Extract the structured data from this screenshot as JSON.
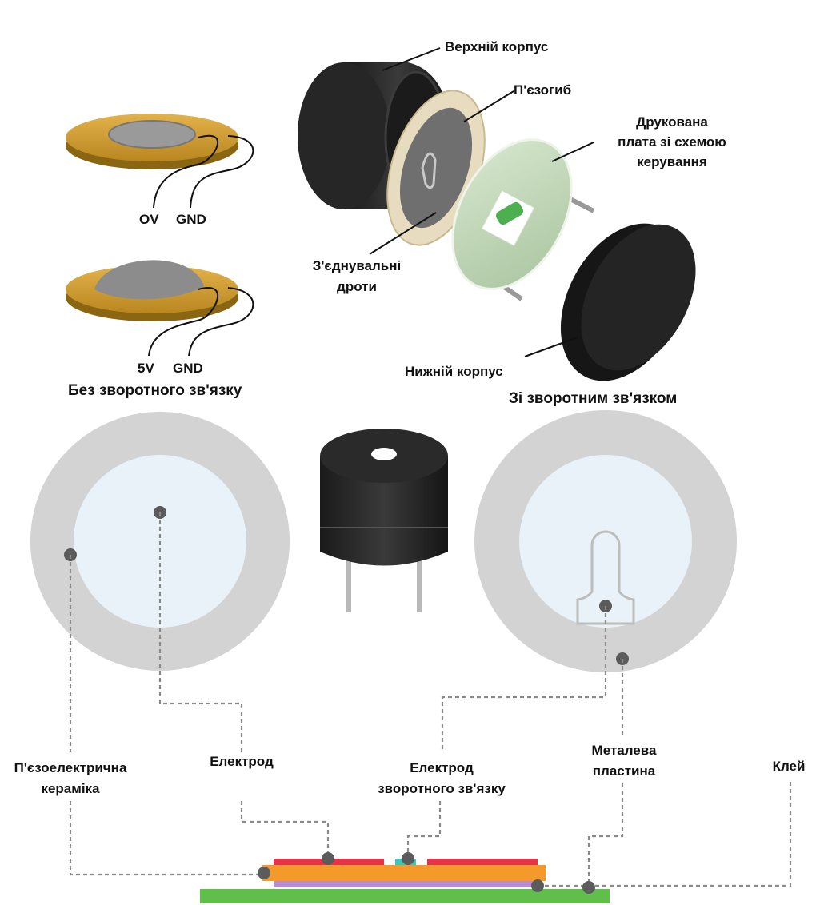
{
  "top_left": {
    "no_feedback_pins": {
      "left": "OV",
      "right": "GND"
    },
    "feedback_pins": {
      "left": "5V",
      "right": "GND"
    }
  },
  "exploded_view": {
    "upper_case": "Верхній корпус",
    "piezo_bender": "П'єзогиб",
    "pcb_line1": "Друкована",
    "pcb_line2": "плата зі схемою",
    "pcb_line3": "керування",
    "wires_line1": "З'єднувальні",
    "wires_line2": "дроти",
    "lower_case": "Нижній корпус"
  },
  "titles": {
    "without_feedback": "Без зворотного зв'язку",
    "with_feedback": "Зі зворотним зв'язком"
  },
  "layers": {
    "piezo_ceramic_line1": "П'єзоелектрична",
    "piezo_ceramic_line2": "кераміка",
    "electrode": "Електрод",
    "feedback_electrode_line1": "Електрод",
    "feedback_electrode_line2": "зворотного зв'язку",
    "metal_plate_line1": "Металева",
    "metal_plate_line2": "пластина",
    "glue": "Клей"
  },
  "colors": {
    "brass": "#d4a23a",
    "piezo_gray": "#8a8a8a",
    "disc_outer": "#d3d3d3",
    "disc_inner": "#e8f2f8",
    "red_wire": "#e0262a",
    "electrode_red": "#e8324a",
    "ceramic_orange": "#f39a2b",
    "metal_purple": "#b98bd0",
    "glue_green": "#5fbf4a",
    "feedback_teal": "#3fc7b5"
  }
}
